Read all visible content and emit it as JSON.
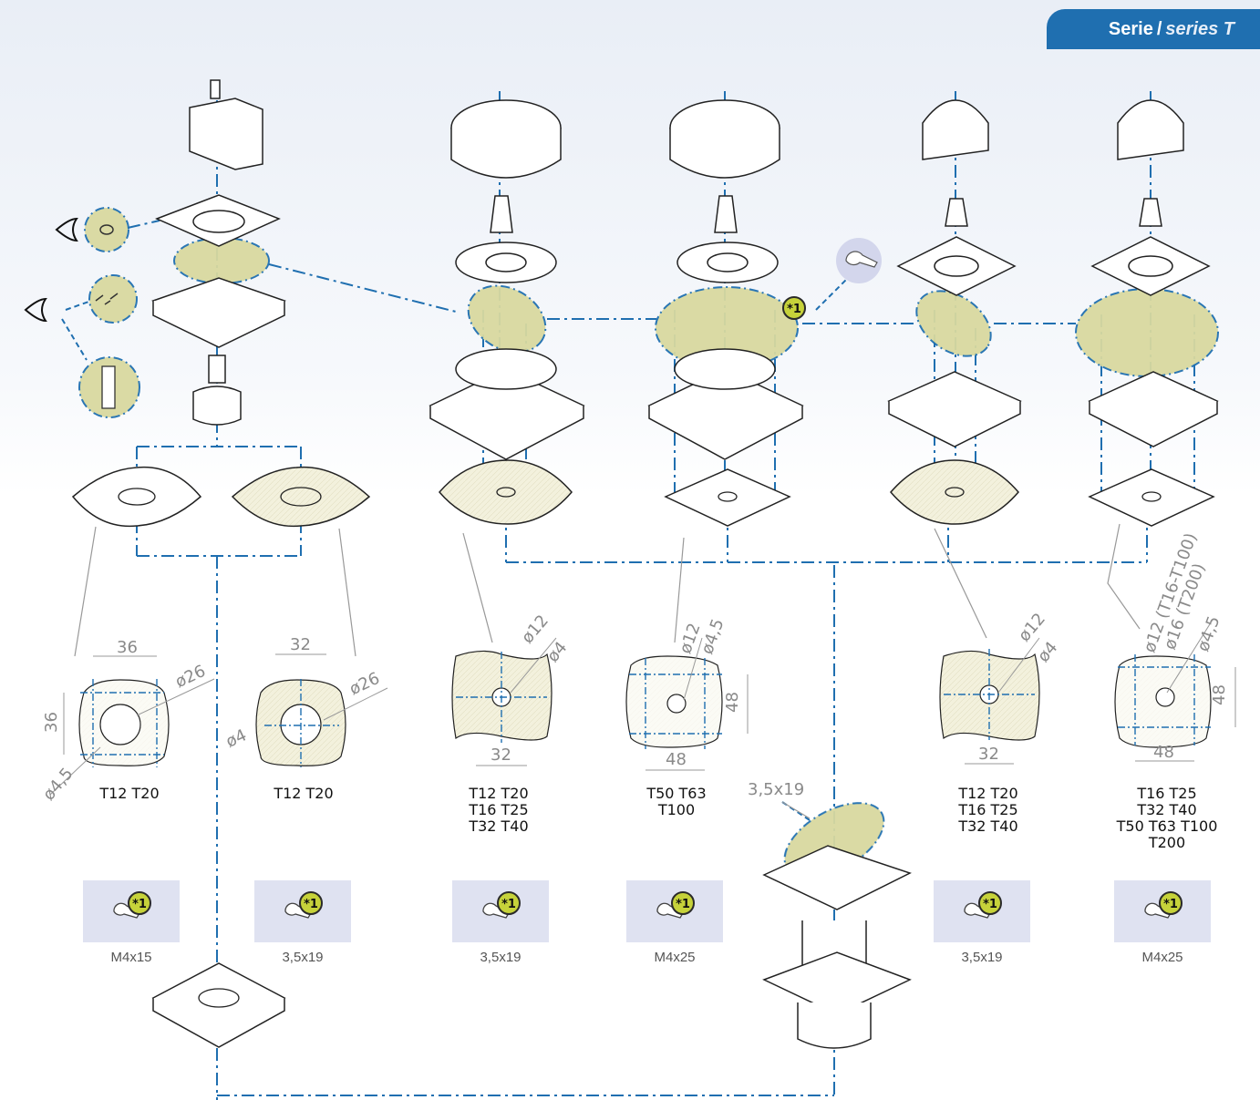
{
  "header": {
    "serie": "Serie",
    "series": "series T"
  },
  "star_mark": "*1",
  "dimensions": {
    "d36h": "36",
    "d36v": "36",
    "d26a": "ø26",
    "d45a": "ø4,5",
    "d32a": "32",
    "d26b": "ø26",
    "d4a": "ø4",
    "d12a": "ø12",
    "d4b": "ø4",
    "d32b": "32",
    "d12b": "ø12",
    "d45b": "ø4,5",
    "d48a": "48",
    "d48b": "48",
    "d12c": "ø12",
    "d4c": "ø4",
    "d32c": "32",
    "d12d": "ø12 (T16-T100)",
    "d16d": "ø16 (T200)",
    "d45d": "ø4,5",
    "d48c": "48",
    "d48d": "48",
    "screw_callout": "3,5x19"
  },
  "models": [
    {
      "lines": [
        "T12  T20"
      ]
    },
    {
      "lines": [
        "T12  T20"
      ]
    },
    {
      "lines": [
        "T12  T20",
        "T16  T25",
        "T32  T40"
      ]
    },
    {
      "lines": [
        "T50  T63",
        "T100"
      ]
    },
    {
      "lines": [
        "T12  T20",
        "T16  T25",
        "T32  T40"
      ]
    },
    {
      "lines": [
        "T16  T25",
        "T32  T40",
        "T50  T63  T100",
        "T200"
      ]
    }
  ],
  "screws": [
    "M4x15",
    "3,5x19",
    "3,5x19",
    "M4x25",
    "3,5x19",
    "M4x25"
  ],
  "colors": {
    "accent": "#1f6fb0",
    "highlight": "#d8d8a0",
    "screw_box": "#dfe2f1"
  }
}
